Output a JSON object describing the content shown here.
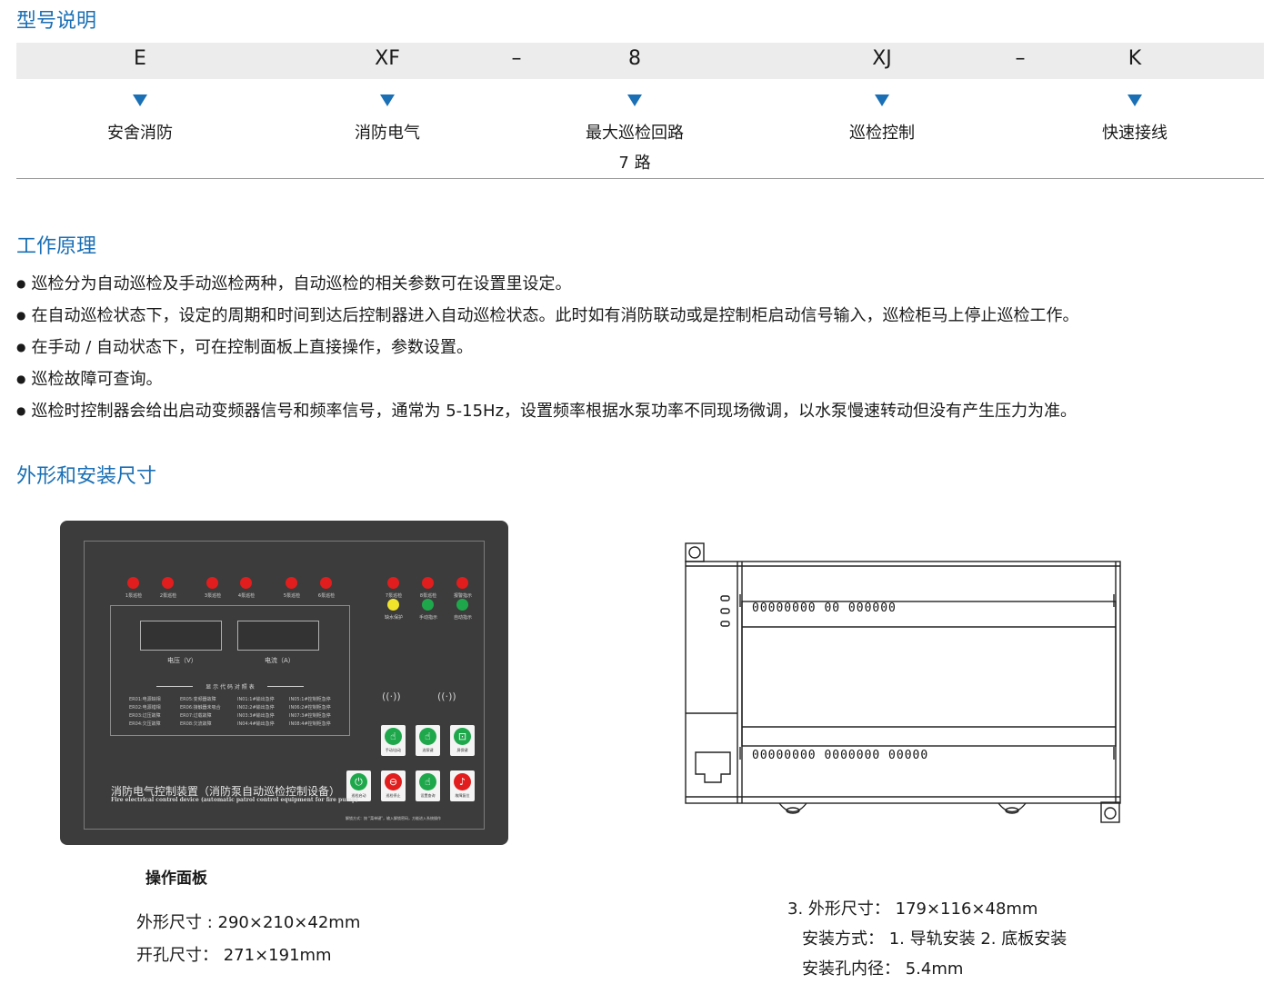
{
  "sections": {
    "model_title": "型号说明",
    "principle_title": "工作原理",
    "dimension_title": "外形和安装尺寸"
  },
  "model": {
    "codes": [
      "E",
      "XF",
      "8",
      "XJ",
      "K"
    ],
    "dash": "–",
    "meanings": [
      "安舍消防",
      "消防电气",
      "最大巡检回路",
      "巡检控制",
      "快速接线"
    ],
    "meaning_extra": "7 路"
  },
  "principle": {
    "items": [
      "巡检分为自动巡检及手动巡检两种，自动巡检的相关参数可在设置里设定。",
      "在自动巡检状态下，设定的周期和时间到达后控制器进入自动巡检状态。此时如有消防联动或是控制柜启动信号输入，巡检柜马上停止巡检工作。",
      "在手动 / 自动状态下，可在控制面板上直接操作，参数设置。",
      "巡检故障可查询。",
      "巡检时控制器会给出启动变频器信号和频率信号，通常为 5-15Hz，设置频率根据水泵功率不同现场微调，以水泵慢速转动但没有产生压力为准。"
    ]
  },
  "panel": {
    "top_leds": [
      "1泵巡检",
      "2泵巡检",
      "3泵巡检",
      "4泵巡检",
      "5泵巡检",
      "6泵巡检"
    ],
    "right_leds_top": [
      "7泵巡检",
      "8泵巡检",
      "报警指示"
    ],
    "right_leds_bottom": [
      "缺水保护",
      "手动指示",
      "自动指示"
    ],
    "voltage_label": "电压（V）",
    "current_label": "电流（A）",
    "code_table_title": "显 示 代 码 对 照 表",
    "code_col1": [
      "ER01:电源缺相",
      "ER02:电源错相",
      "ER03:过压故障",
      "ER04:欠压故障"
    ],
    "code_col2": [
      "ER05:变频器故障",
      "ER06:接触器未吸合",
      "ER07:过载故障",
      "ER08:欠流故障"
    ],
    "code_col3": [
      "IN01:1#输出急停",
      "IN02:2#输出急停",
      "IN03:3#输出急停",
      "IN04:4#输出急停"
    ],
    "code_col4": [
      "IN05:1#控制柜急停",
      "IN06:2#控制柜急停",
      "IN07:3#控制柜急停",
      "IN08:4#控制柜急停"
    ],
    "wifi_glyph": "((·))",
    "buttons_row1": [
      "手动/自动",
      "选泵键",
      "屏保键"
    ],
    "buttons_row2": [
      "巡检启动",
      "巡检停止",
      "设置查询",
      "故障复位"
    ],
    "title_cn": "消防电气控制装置（消防泵自动巡检控制设备）",
    "title_en": "Fire electrical control device (automatic patrol control equipment for fire pump)",
    "note": "解锁方式：按 \"菜单键\"，输入解锁密码，方能进入系统操作"
  },
  "panel_caption": "操作面板",
  "panel_dims": {
    "outer": "外形尺寸 : 290×210×42mm",
    "cutout": "开孔尺寸：  271×191mm"
  },
  "device": {
    "top_digits": "00000000  00  000000",
    "bottom_digits": "00000000  0000000  00000"
  },
  "device_dims": {
    "line1": "3. 外形尺寸：  179×116×48mm",
    "line2": "安装方式：  1. 导轨安装    2. 底板安装",
    "line3": "安装孔内径：  5.4mm"
  },
  "colors": {
    "accent": "#1a6fb5",
    "panel_bg": "#3c3c3c",
    "led_red": "#e21d1d",
    "led_green": "#1ea84b",
    "led_yellow": "#f1e32b"
  }
}
